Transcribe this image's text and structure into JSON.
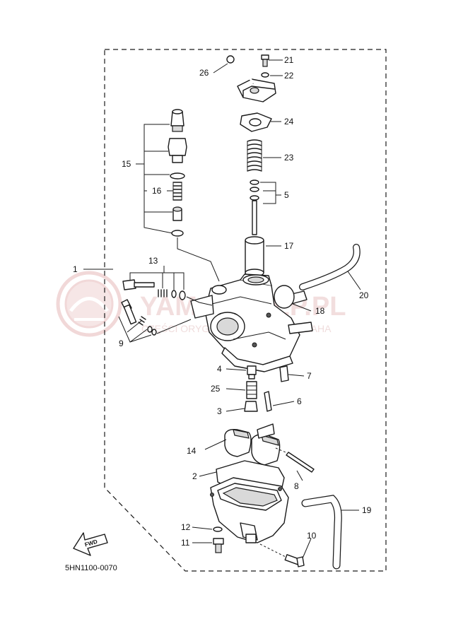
{
  "diagram": {
    "code": "5HN1100-0070",
    "fwd_label": "FWD",
    "watermark": {
      "title": "YAMAHALEP.PL",
      "subtitle": "CZĘŚCI ORYGINALNE DEALER YAMAHA"
    },
    "callouts": [
      "1",
      "2",
      "3",
      "4",
      "5",
      "6",
      "7",
      "8",
      "9",
      "10",
      "11",
      "12",
      "13",
      "14",
      "15",
      "16",
      "17",
      "18",
      "19",
      "20",
      "21",
      "22",
      "23",
      "24",
      "25",
      "26"
    ]
  }
}
